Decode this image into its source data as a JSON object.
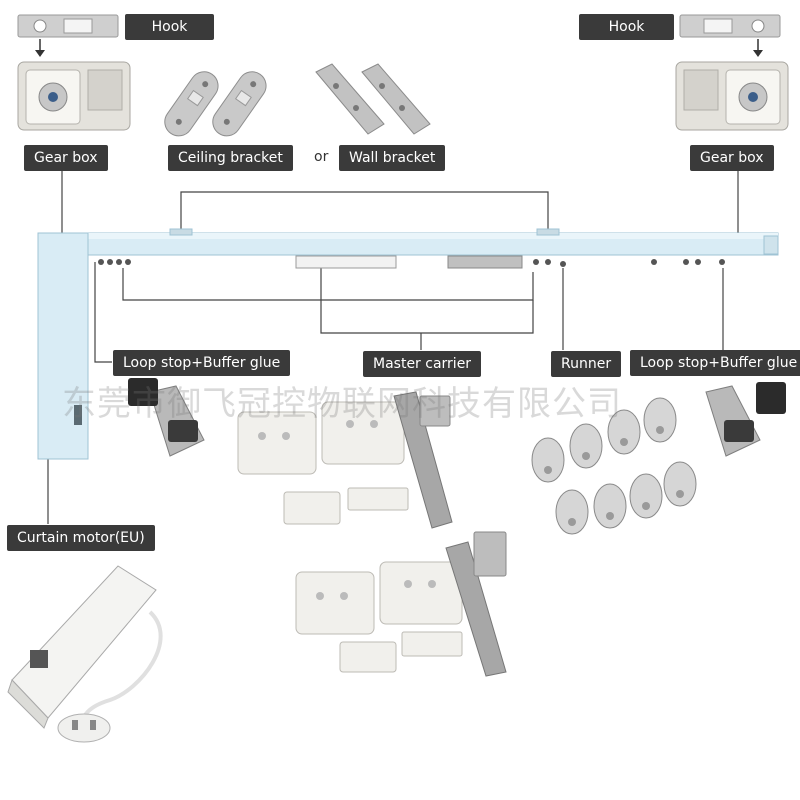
{
  "labels": {
    "hook_left": "Hook",
    "hook_right": "Hook",
    "gear_box_left": "Gear box",
    "gear_box_right": "Gear box",
    "ceiling_bracket": "Ceiling bracket",
    "or": "or",
    "wall_bracket": "Wall bracket",
    "loop_stop_left": "Loop stop+Buffer glue",
    "loop_stop_right": "Loop stop+Buffer glue",
    "master_carrier": "Master carrier",
    "runner": "Runner",
    "curtain_motor": "Curtain motor(EU)"
  },
  "watermark": "东莞市御飞冠控物联网科技有限公司",
  "colors": {
    "rail": "#d9ecf5",
    "rail_edge": "#9fc3d4",
    "label_bg": "#3a3a3a",
    "plastic_white": "#f1f0ec",
    "metal": "#a7a7a7",
    "dark": "#333333"
  }
}
